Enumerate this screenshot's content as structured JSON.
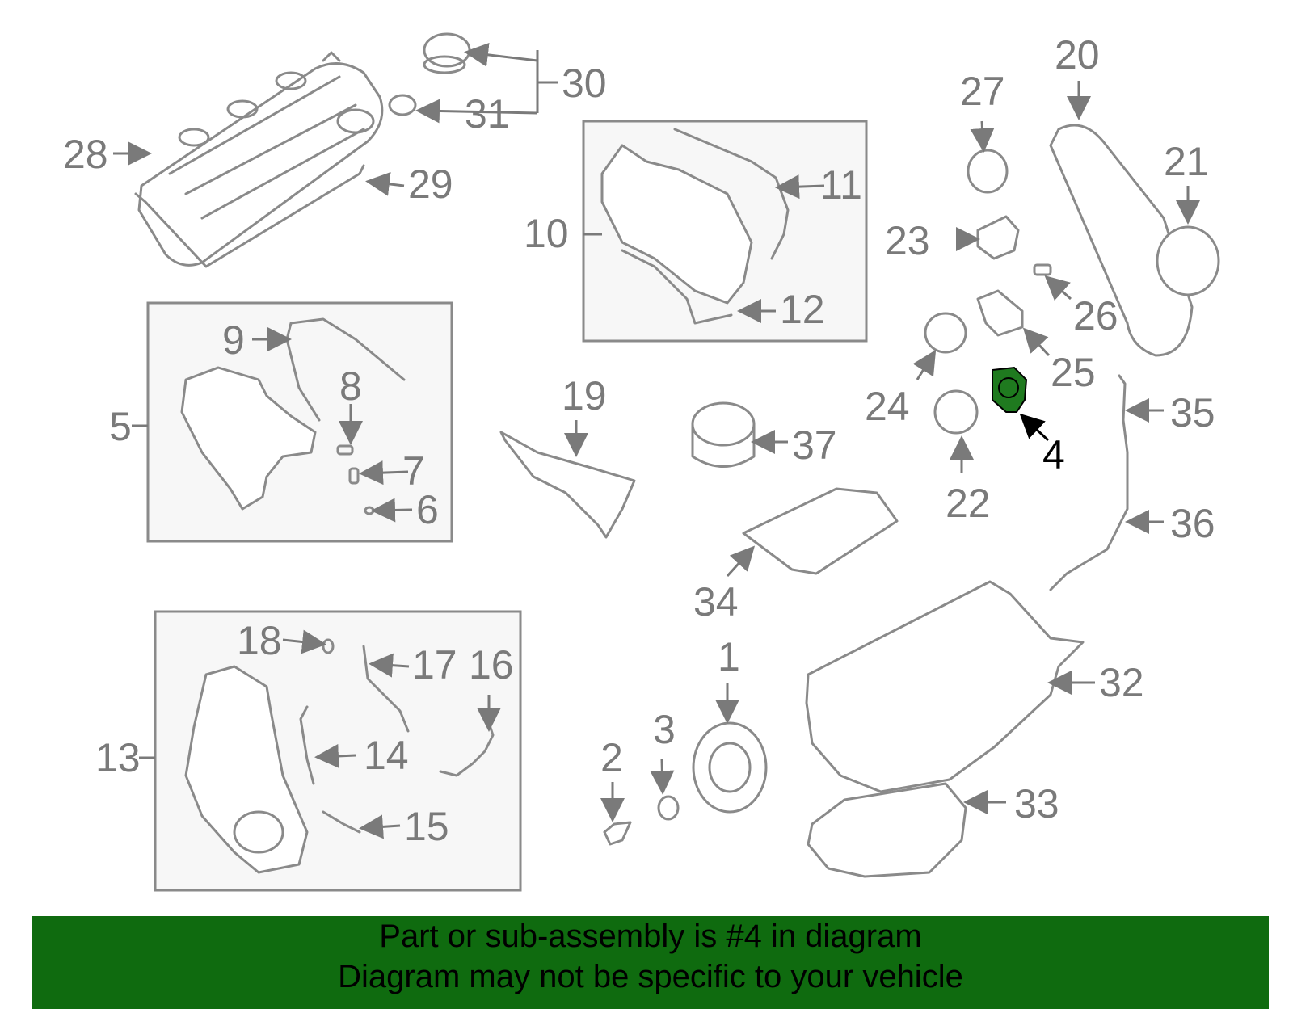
{
  "highlight_color": "#1f7a1f",
  "banner_color": "#0f6b0f",
  "highlighted_part": "4",
  "labels": [
    "1",
    "2",
    "3",
    "4",
    "5",
    "6",
    "7",
    "8",
    "9",
    "10",
    "11",
    "12",
    "13",
    "14",
    "15",
    "16",
    "17",
    "18",
    "19",
    "20",
    "21",
    "22",
    "23",
    "24",
    "25",
    "26",
    "27",
    "28",
    "29",
    "30",
    "31",
    "32",
    "33",
    "34",
    "35",
    "36",
    "37"
  ],
  "banner": {
    "line1": "Part or sub-assembly is #4 in diagram",
    "line2": "Diagram may not be specific to your vehicle"
  }
}
